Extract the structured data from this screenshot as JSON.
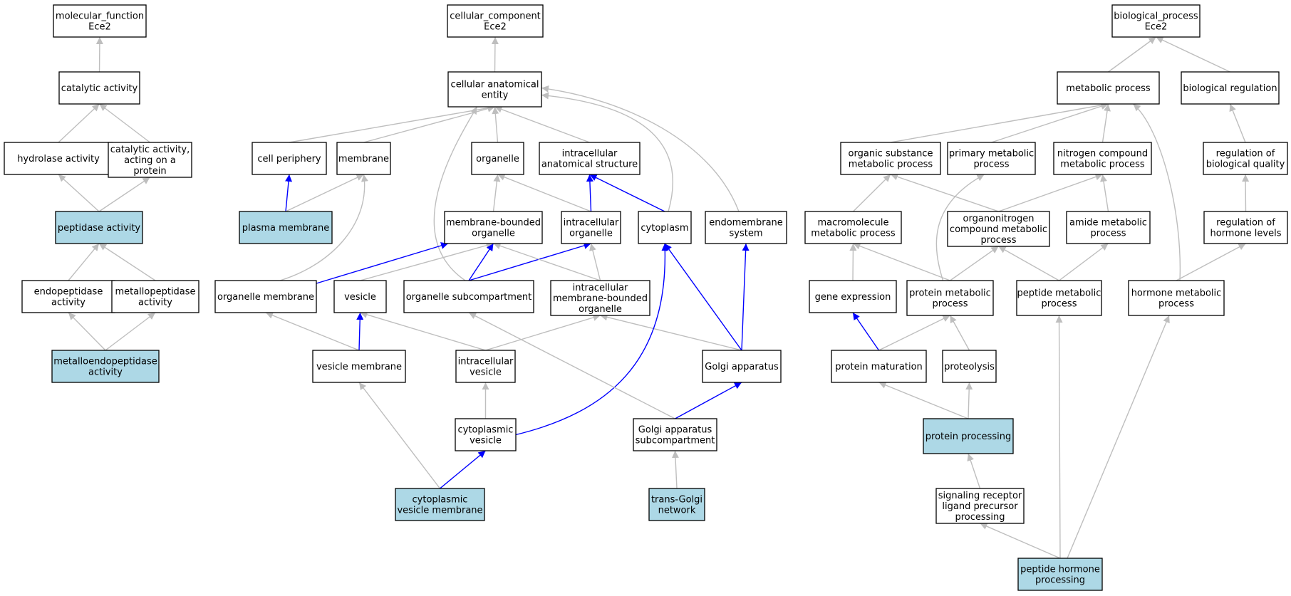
{
  "colors": {
    "node_fill": "#ffffff",
    "highlight_fill": "#add8e6",
    "border": "#000000",
    "edge_gray": "#bebebe",
    "edge_blue": "#0000ff"
  },
  "nodes": [
    {
      "id": "mf",
      "lines": [
        "molecular_function",
        "Ece2"
      ],
      "highlight": false
    },
    {
      "id": "cat",
      "lines": [
        "catalytic activity"
      ],
      "highlight": false
    },
    {
      "id": "hyd",
      "lines": [
        "hydrolase activity"
      ],
      "highlight": false
    },
    {
      "id": "catp",
      "lines": [
        "catalytic activity,",
        "acting on a",
        "protein"
      ],
      "highlight": false
    },
    {
      "id": "pep",
      "lines": [
        "peptidase activity"
      ],
      "highlight": true
    },
    {
      "id": "endo",
      "lines": [
        "endopeptidase",
        "activity"
      ],
      "highlight": false
    },
    {
      "id": "metp",
      "lines": [
        "metallopeptidase",
        "activity"
      ],
      "highlight": false
    },
    {
      "id": "metendo",
      "lines": [
        "metalloendopeptidase",
        "activity"
      ],
      "highlight": true
    },
    {
      "id": "cc",
      "lines": [
        "cellular_component",
        "Ece2"
      ],
      "highlight": false
    },
    {
      "id": "cae",
      "lines": [
        "cellular anatomical",
        "entity"
      ],
      "highlight": false
    },
    {
      "id": "cper",
      "lines": [
        "cell periphery"
      ],
      "highlight": false
    },
    {
      "id": "mem",
      "lines": [
        "membrane"
      ],
      "highlight": false
    },
    {
      "id": "org",
      "lines": [
        "organelle"
      ],
      "highlight": false
    },
    {
      "id": "ias",
      "lines": [
        "intracellular",
        "anatomical structure"
      ],
      "highlight": false
    },
    {
      "id": "pm",
      "lines": [
        "plasma membrane"
      ],
      "highlight": true
    },
    {
      "id": "mbo",
      "lines": [
        "membrane-bounded",
        "organelle"
      ],
      "highlight": false
    },
    {
      "id": "io",
      "lines": [
        "intracellular",
        "organelle"
      ],
      "highlight": false
    },
    {
      "id": "cyto",
      "lines": [
        "cytoplasm"
      ],
      "highlight": false
    },
    {
      "id": "endom",
      "lines": [
        "endomembrane",
        "system"
      ],
      "highlight": false
    },
    {
      "id": "omem",
      "lines": [
        "organelle membrane"
      ],
      "highlight": false
    },
    {
      "id": "ves",
      "lines": [
        "vesicle"
      ],
      "highlight": false
    },
    {
      "id": "osub",
      "lines": [
        "organelle subcompartment"
      ],
      "highlight": false
    },
    {
      "id": "imbo",
      "lines": [
        "intracellular",
        "membrane-bounded",
        "organelle"
      ],
      "highlight": false
    },
    {
      "id": "vmem",
      "lines": [
        "vesicle membrane"
      ],
      "highlight": false
    },
    {
      "id": "ives",
      "lines": [
        "intracellular",
        "vesicle"
      ],
      "highlight": false
    },
    {
      "id": "golgi",
      "lines": [
        "Golgi apparatus"
      ],
      "highlight": false
    },
    {
      "id": "cves",
      "lines": [
        "cytoplasmic",
        "vesicle"
      ],
      "highlight": false
    },
    {
      "id": "gsub",
      "lines": [
        "Golgi apparatus",
        "subcompartment"
      ],
      "highlight": false
    },
    {
      "id": "cvm",
      "lines": [
        "cytoplasmic",
        "vesicle membrane"
      ],
      "highlight": true
    },
    {
      "id": "tgn",
      "lines": [
        "trans-Golgi",
        "network"
      ],
      "highlight": true
    },
    {
      "id": "bp",
      "lines": [
        "biological_process",
        "Ece2"
      ],
      "highlight": false
    },
    {
      "id": "metab",
      "lines": [
        "metabolic process"
      ],
      "highlight": false
    },
    {
      "id": "breg",
      "lines": [
        "biological regulation"
      ],
      "highlight": false
    },
    {
      "id": "osmp",
      "lines": [
        "organic substance",
        "metabolic process"
      ],
      "highlight": false
    },
    {
      "id": "pmp",
      "lines": [
        "primary metabolic",
        "process"
      ],
      "highlight": false
    },
    {
      "id": "ncmp",
      "lines": [
        "nitrogen compound",
        "metabolic process"
      ],
      "highlight": false
    },
    {
      "id": "rbq",
      "lines": [
        "regulation of",
        "biological quality"
      ],
      "highlight": false
    },
    {
      "id": "mmp",
      "lines": [
        "macromolecule",
        "metabolic process"
      ],
      "highlight": false
    },
    {
      "id": "oncmp",
      "lines": [
        "organonitrogen",
        "compound metabolic",
        "process"
      ],
      "highlight": false
    },
    {
      "id": "amp",
      "lines": [
        "amide metabolic",
        "process"
      ],
      "highlight": false
    },
    {
      "id": "rhl",
      "lines": [
        "regulation of",
        "hormone levels"
      ],
      "highlight": false
    },
    {
      "id": "gexp",
      "lines": [
        "gene expression"
      ],
      "highlight": false
    },
    {
      "id": "protmp",
      "lines": [
        "protein metabolic",
        "process"
      ],
      "highlight": false
    },
    {
      "id": "pepmp",
      "lines": [
        "peptide metabolic",
        "process"
      ],
      "highlight": false
    },
    {
      "id": "hmp",
      "lines": [
        "hormone metabolic",
        "process"
      ],
      "highlight": false
    },
    {
      "id": "pmat",
      "lines": [
        "protein maturation"
      ],
      "highlight": false
    },
    {
      "id": "prot",
      "lines": [
        "proteolysis"
      ],
      "highlight": false
    },
    {
      "id": "pproc",
      "lines": [
        "protein processing"
      ],
      "highlight": true
    },
    {
      "id": "srlpp",
      "lines": [
        "signaling receptor",
        "ligand precursor",
        "processing"
      ],
      "highlight": false
    },
    {
      "id": "phproc",
      "lines": [
        "peptide hormone",
        "processing"
      ],
      "highlight": true
    }
  ],
  "edges": [
    {
      "from": "cat",
      "to": "mf",
      "kind": "is_a"
    },
    {
      "from": "hyd",
      "to": "cat",
      "kind": "is_a"
    },
    {
      "from": "catp",
      "to": "cat",
      "kind": "is_a"
    },
    {
      "from": "pep",
      "to": "hyd",
      "kind": "is_a"
    },
    {
      "from": "pep",
      "to": "catp",
      "kind": "is_a"
    },
    {
      "from": "endo",
      "to": "pep",
      "kind": "is_a"
    },
    {
      "from": "metp",
      "to": "pep",
      "kind": "is_a"
    },
    {
      "from": "metendo",
      "to": "endo",
      "kind": "is_a"
    },
    {
      "from": "metendo",
      "to": "metp",
      "kind": "is_a"
    },
    {
      "from": "cae",
      "to": "cc",
      "kind": "is_a"
    },
    {
      "from": "cper",
      "to": "cae",
      "kind": "is_a"
    },
    {
      "from": "mem",
      "to": "cae",
      "kind": "is_a"
    },
    {
      "from": "org",
      "to": "cae",
      "kind": "is_a"
    },
    {
      "from": "ias",
      "to": "cae",
      "kind": "is_a"
    },
    {
      "from": "osub",
      "to": "cae",
      "kind": "is_a"
    },
    {
      "from": "cyto",
      "to": "cae",
      "kind": "is_a"
    },
    {
      "from": "endom",
      "to": "cae",
      "kind": "is_a"
    },
    {
      "from": "pm",
      "to": "cper",
      "kind": "part_of"
    },
    {
      "from": "pm",
      "to": "mem",
      "kind": "is_a"
    },
    {
      "from": "mbo",
      "to": "org",
      "kind": "is_a"
    },
    {
      "from": "io",
      "to": "org",
      "kind": "is_a"
    },
    {
      "from": "io",
      "to": "ias",
      "kind": "part_of"
    },
    {
      "from": "cyto",
      "to": "ias",
      "kind": "part_of"
    },
    {
      "from": "omem",
      "to": "mem",
      "kind": "is_a"
    },
    {
      "from": "omem",
      "to": "mbo",
      "kind": "part_of"
    },
    {
      "from": "ves",
      "to": "mbo",
      "kind": "is_a"
    },
    {
      "from": "osub",
      "to": "mbo",
      "kind": "part_of"
    },
    {
      "from": "osub",
      "to": "io",
      "kind": "part_of"
    },
    {
      "from": "imbo",
      "to": "mbo",
      "kind": "is_a"
    },
    {
      "from": "imbo",
      "to": "io",
      "kind": "is_a"
    },
    {
      "from": "vmem",
      "to": "omem",
      "kind": "is_a"
    },
    {
      "from": "vmem",
      "to": "ves",
      "kind": "part_of"
    },
    {
      "from": "ives",
      "to": "ves",
      "kind": "is_a"
    },
    {
      "from": "ives",
      "to": "imbo",
      "kind": "is_a"
    },
    {
      "from": "golgi",
      "to": "imbo",
      "kind": "is_a"
    },
    {
      "from": "golgi",
      "to": "cyto",
      "kind": "part_of"
    },
    {
      "from": "golgi",
      "to": "endom",
      "kind": "part_of"
    },
    {
      "from": "cves",
      "to": "ives",
      "kind": "is_a"
    },
    {
      "from": "cves",
      "to": "cyto",
      "kind": "part_of"
    },
    {
      "from": "gsub",
      "to": "osub",
      "kind": "is_a"
    },
    {
      "from": "gsub",
      "to": "golgi",
      "kind": "part_of"
    },
    {
      "from": "cvm",
      "to": "vmem",
      "kind": "is_a"
    },
    {
      "from": "cvm",
      "to": "cves",
      "kind": "part_of"
    },
    {
      "from": "tgn",
      "to": "gsub",
      "kind": "is_a"
    },
    {
      "from": "metab",
      "to": "bp",
      "kind": "is_a"
    },
    {
      "from": "breg",
      "to": "bp",
      "kind": "is_a"
    },
    {
      "from": "osmp",
      "to": "metab",
      "kind": "is_a"
    },
    {
      "from": "pmp",
      "to": "metab",
      "kind": "is_a"
    },
    {
      "from": "ncmp",
      "to": "metab",
      "kind": "is_a"
    },
    {
      "from": "hmp",
      "to": "metab",
      "kind": "is_a"
    },
    {
      "from": "rbq",
      "to": "breg",
      "kind": "is_a"
    },
    {
      "from": "mmp",
      "to": "osmp",
      "kind": "is_a"
    },
    {
      "from": "oncmp",
      "to": "osmp",
      "kind": "is_a"
    },
    {
      "from": "oncmp",
      "to": "ncmp",
      "kind": "is_a"
    },
    {
      "from": "amp",
      "to": "ncmp",
      "kind": "is_a"
    },
    {
      "from": "rhl",
      "to": "rbq",
      "kind": "is_a"
    },
    {
      "from": "gexp",
      "to": "mmp",
      "kind": "is_a"
    },
    {
      "from": "protmp",
      "to": "mmp",
      "kind": "is_a"
    },
    {
      "from": "protmp",
      "to": "pmp",
      "kind": "is_a"
    },
    {
      "from": "protmp",
      "to": "oncmp",
      "kind": "is_a"
    },
    {
      "from": "pepmp",
      "to": "oncmp",
      "kind": "is_a"
    },
    {
      "from": "pepmp",
      "to": "amp",
      "kind": "is_a"
    },
    {
      "from": "hmp",
      "to": "rhl",
      "kind": "is_a"
    },
    {
      "from": "pmat",
      "to": "gexp",
      "kind": "part_of"
    },
    {
      "from": "pmat",
      "to": "protmp",
      "kind": "is_a"
    },
    {
      "from": "prot",
      "to": "protmp",
      "kind": "is_a"
    },
    {
      "from": "pproc",
      "to": "pmat",
      "kind": "is_a"
    },
    {
      "from": "pproc",
      "to": "prot",
      "kind": "is_a"
    },
    {
      "from": "srlpp",
      "to": "pproc",
      "kind": "is_a"
    },
    {
      "from": "phproc",
      "to": "srlpp",
      "kind": "is_a"
    },
    {
      "from": "phproc",
      "to": "pepmp",
      "kind": "is_a"
    },
    {
      "from": "phproc",
      "to": "hmp",
      "kind": "is_a"
    }
  ]
}
